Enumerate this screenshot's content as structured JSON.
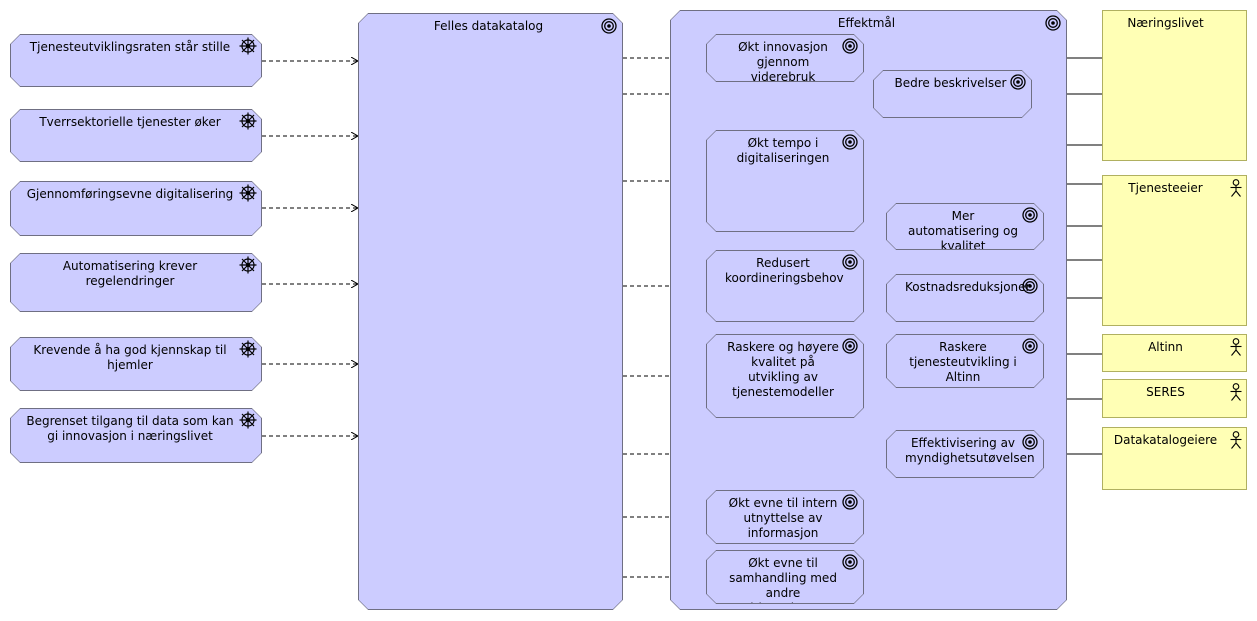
{
  "drivers": [
    {
      "id": "d1",
      "label": "Tjenesteutviklingsraten står stille",
      "icon": "driver-icon"
    },
    {
      "id": "d2",
      "label": "Tverrsektorielle tjenester øker",
      "icon": "driver-icon"
    },
    {
      "id": "d3",
      "label": "Gjennomføringsevne digitalisering",
      "icon": "driver-icon"
    },
    {
      "id": "d4",
      "label": "Automatisering krever regelendringer",
      "icon": "driver-icon"
    },
    {
      "id": "d5",
      "label": "Krevende å ha god kjennskap til hjemler",
      "icon": "driver-icon"
    },
    {
      "id": "d6",
      "label": "Begrenset tilgang til data som kan gi innovasjon i næringslivet",
      "icon": "driver-icon"
    }
  ],
  "catalog": {
    "label": "Felles datakatalog",
    "icon": "goal-icon"
  },
  "effects": {
    "label": "Effektmål",
    "icon": "goal-icon"
  },
  "goals": [
    {
      "id": "g1",
      "label": "Økt innovasjon gjennom viderebruk"
    },
    {
      "id": "g2",
      "label": "Bedre beskrivelser"
    },
    {
      "id": "g3",
      "label": "Økt tempo i digitaliseringen"
    },
    {
      "id": "g4",
      "label": "Mer automatisering og kvalitet"
    },
    {
      "id": "g5",
      "label": "Redusert koordineringsbehov"
    },
    {
      "id": "g6",
      "label": "Kostnadsreduksjoner"
    },
    {
      "id": "g7",
      "label": "Raskere og høyere kvalitet på utvikling av tjenestemodeller"
    },
    {
      "id": "g8",
      "label": "Raskere tjenesteutvikling i Altinn"
    },
    {
      "id": "g9",
      "label": "Effektivisering av myndighetsutøvelsen"
    },
    {
      "id": "g10",
      "label": "Økt evne til intern utnyttelse av informasjon"
    },
    {
      "id": "g11",
      "label": "Økt evne til samhandling med andre virksomheter"
    }
  ],
  "actors": [
    {
      "id": "a1",
      "label": "Næringslivet",
      "icon": "actor-icon"
    },
    {
      "id": "a2",
      "label": "Tjenesteeier",
      "icon": "actor-icon"
    },
    {
      "id": "a3",
      "label": "Altinn",
      "icon": "actor-icon"
    },
    {
      "id": "a4",
      "label": "SERES",
      "icon": "actor-icon"
    },
    {
      "id": "a5",
      "label": "Datakatalogeiere",
      "icon": "actor-icon"
    }
  ],
  "colors": {
    "node_fill": "#ccccff",
    "node_border": "#6f6f83",
    "actor_fill": "#ffffb5",
    "line": "#000000"
  }
}
